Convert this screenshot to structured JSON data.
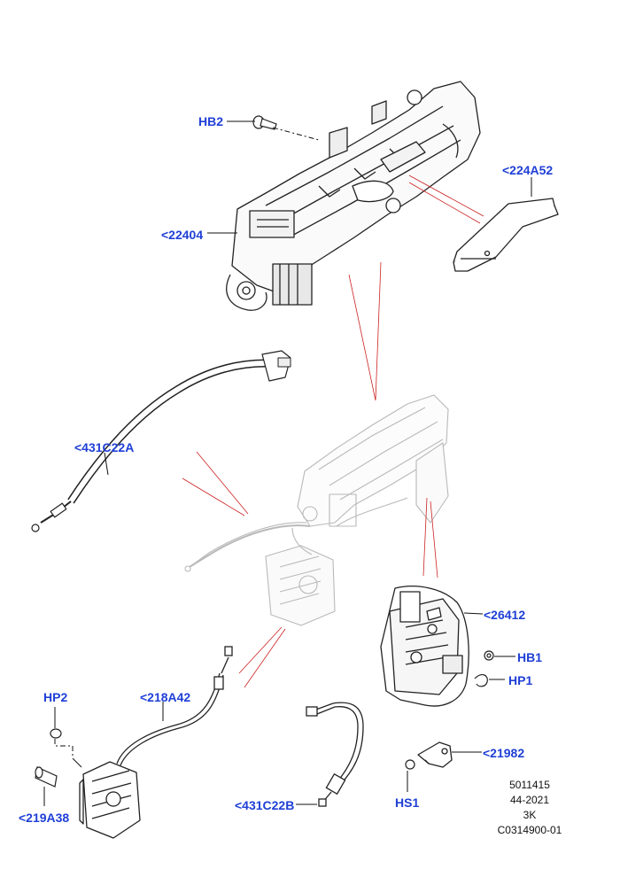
{
  "callouts": {
    "hb2": "HB2",
    "p224a52": "<224A52",
    "p22404": "<22404",
    "p431c22a": "<431C22A",
    "p26412": "<26412",
    "hb1": "HB1",
    "hp1": "HP1",
    "hp2": "HP2",
    "p218a42": "<218A42",
    "p21982": "<21982",
    "hs1": "HS1",
    "p431c22b": "<431C22B",
    "p219a38": "<219A38"
  },
  "reference": {
    "line1": "5011415",
    "line2": "44-2021",
    "line3": "3K",
    "line4": "C0314900-01"
  },
  "colors": {
    "callout_text": "#1f3fd6",
    "leader_line": "#cc2222",
    "part_stroke": "#222222",
    "ghost_stroke": "#b9b9b9"
  }
}
